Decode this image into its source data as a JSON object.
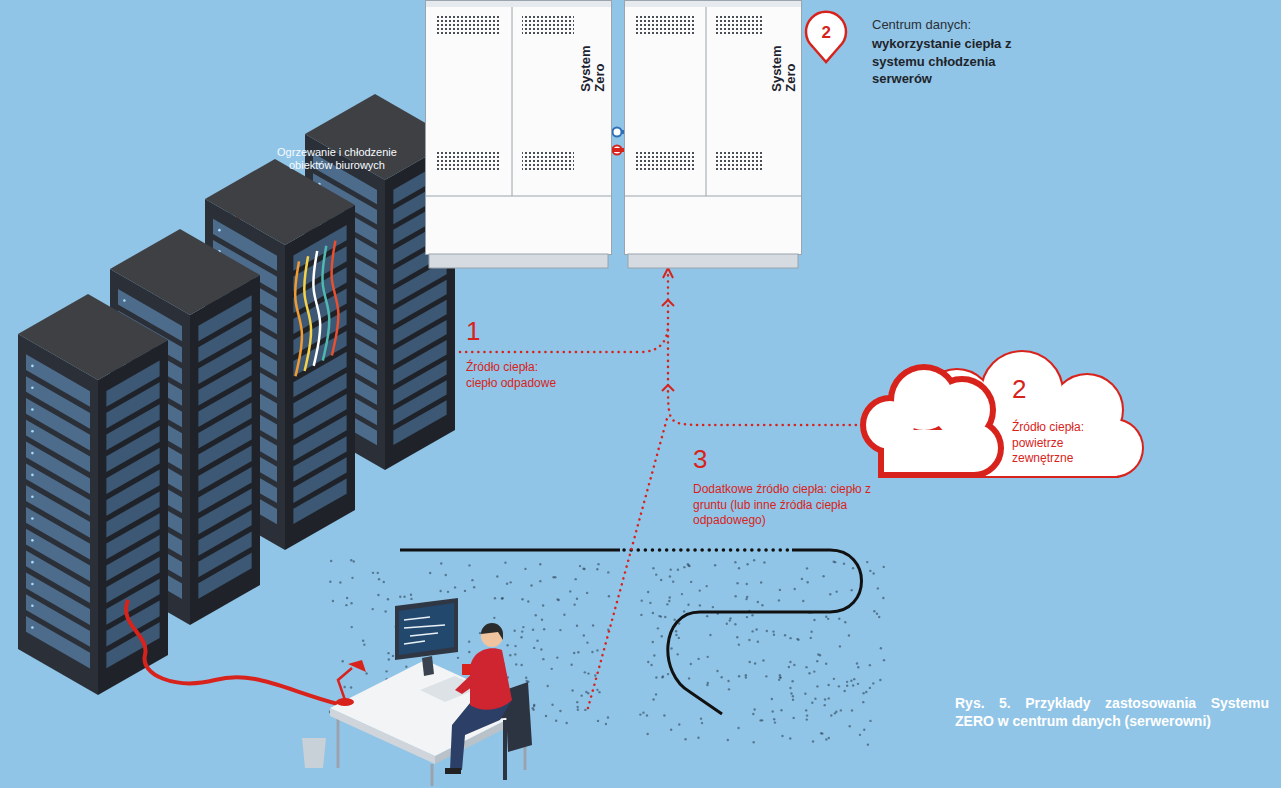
{
  "diagram": {
    "caption": "Rys. 5. Przykłady zastosowania Systemu ZERO w centrum danych (serwerowni)",
    "nodes": [
      {
        "text": [
          "System Zero"
        ]
      },
      {
        "text": [
          "System Zero"
        ]
      },
      {
        "text": [
          "2",
          "Centrum danych:",
          "wykorzystanie ciepła z systemu chłodzenia serwerów"
        ]
      },
      {
        "text": [
          "2",
          "Źródło ciepła: powietrze zewnętrzne"
        ]
      }
    ],
    "edges": [
      {
        "from": 0,
        "to": 1,
        "arrow": "none"
      },
      {
        "from": 3,
        "to": 1,
        "arrow": "to"
      }
    ],
    "labels": [
      "Ogrzewanie i chłodzenie obiektów biurowych",
      "1",
      "Źródło ciepła: ciepło odpadowe",
      "3",
      "Dodatkowe źródło ciepła: ciepło z gruntu (lub inne źródła ciepła odpadowego)"
    ]
  }
}
